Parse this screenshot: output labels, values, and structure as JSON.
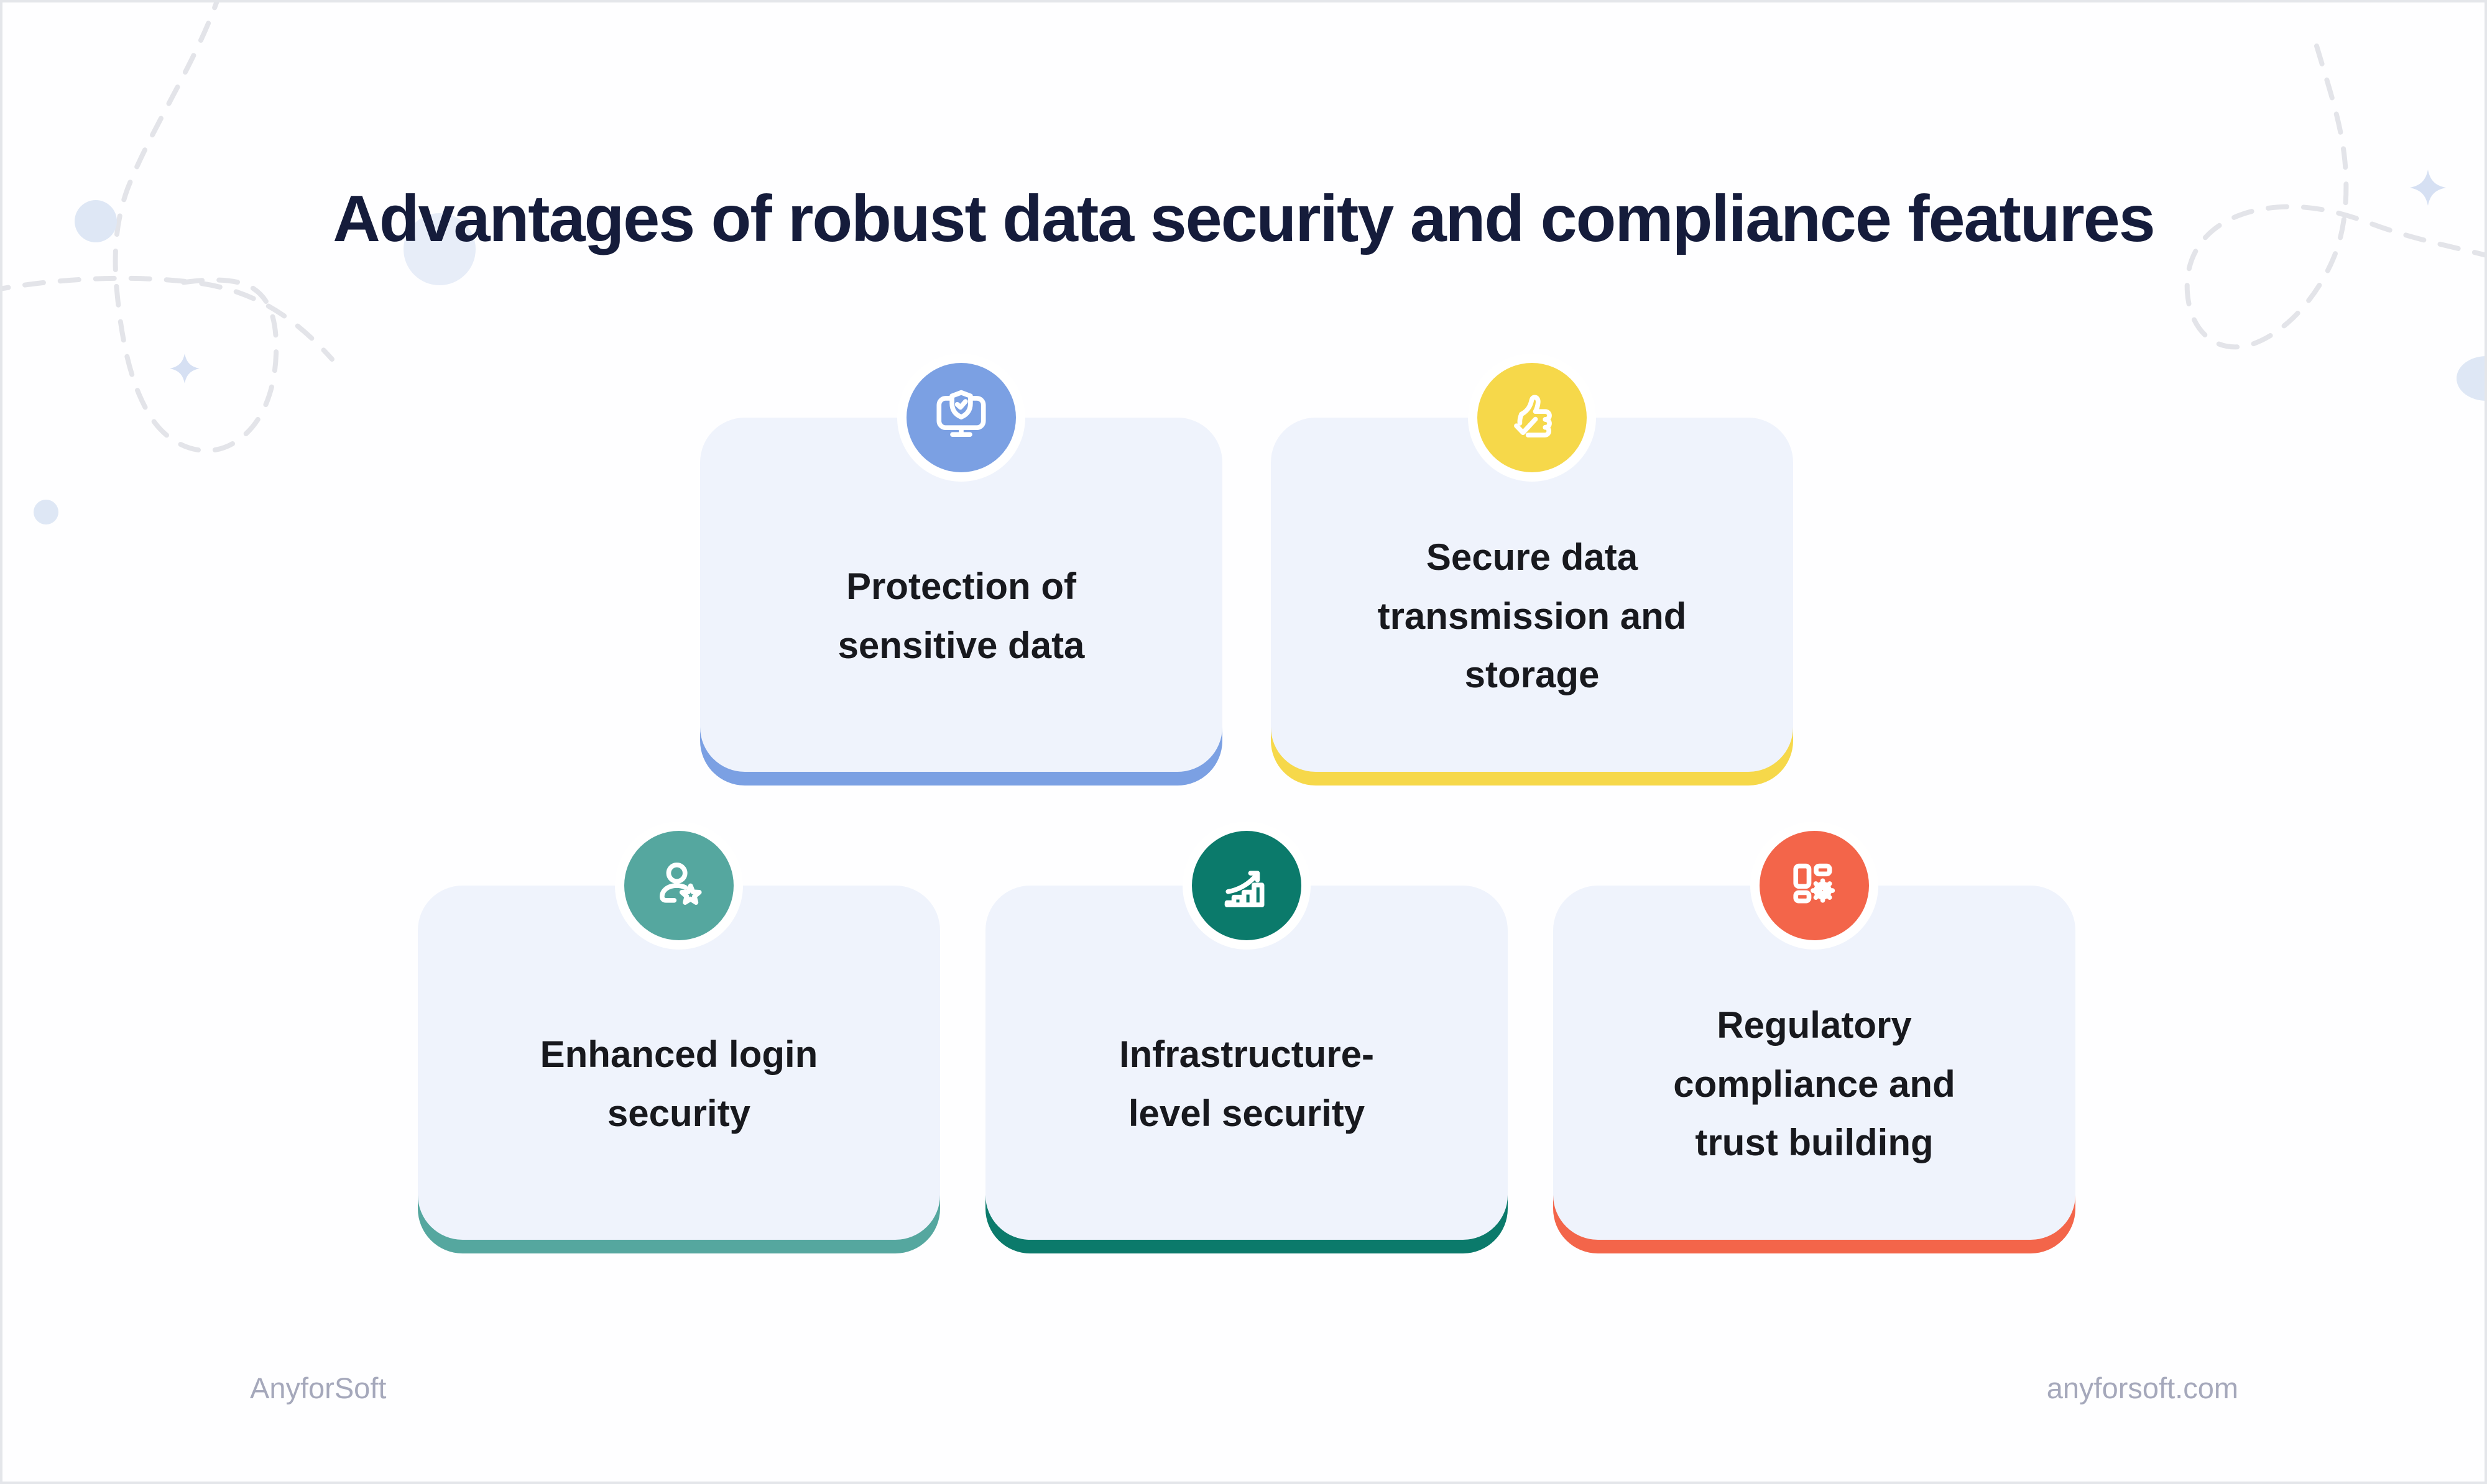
{
  "page": {
    "title": "Advantages of robust data security and compliance features"
  },
  "cards": [
    {
      "icon": "monitor-shield",
      "accent": "#7BA0E3",
      "lines": [
        "Protection of",
        "sensitive data"
      ]
    },
    {
      "icon": "thumbs-up-check",
      "accent": "#F6D84A",
      "lines": [
        "Secure data",
        "transmission and",
        "storage"
      ]
    },
    {
      "icon": "user-star",
      "accent": "#55A79F",
      "lines": [
        "Enhanced login",
        "security"
      ]
    },
    {
      "icon": "growth-chart",
      "accent": "#0B7A6B",
      "lines": [
        "Infrastructure-",
        "level security"
      ]
    },
    {
      "icon": "layout-gear",
      "accent": "#F3654A",
      "lines": [
        "Regulatory",
        "compliance and",
        "trust building"
      ]
    }
  ],
  "footer": {
    "brand": "AnyforSoft",
    "website": "anyforsoft.com"
  },
  "colors": {
    "card_bg": "#EFF3FC",
    "title_text": "#151C3B",
    "card_text": "#18191E",
    "footer_text": "#A5A8BB",
    "deco_dash": "#E3E4E9",
    "deco_fill": "#DEE7F5",
    "deco_sparkle": "#D6E0F3",
    "canvas_border": "#E4E6EA",
    "icon_stroke": "#FFFFFF"
  }
}
